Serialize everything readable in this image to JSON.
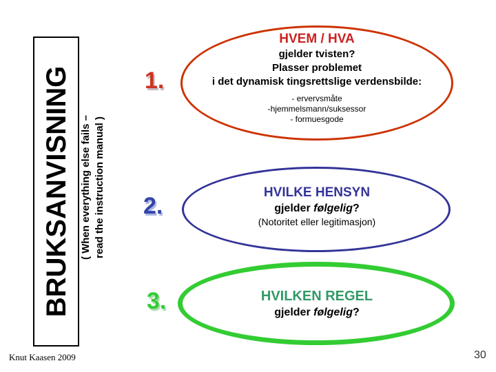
{
  "banner": {
    "title": "BRUKSANVISNING",
    "subtitle_line1": "( When everything else fails –",
    "subtitle_line2": "read the instruction manual )"
  },
  "steps": [
    {
      "number": "1.",
      "heading": "HVEM / HVA",
      "line1": "gjelder tvisten?",
      "line2": "Plasser problemet",
      "line3": "i det dynamisk tingsrettslige verdensbilde:",
      "sub1": "- ervervsmåte",
      "sub2": "-hjemmelsmann/suksessor",
      "sub3": "- formuesgode"
    },
    {
      "number": "2.",
      "heading": "HVILKE HENSYN",
      "q_prefix": "gjelder ",
      "q_italic": "følgelig",
      "q_suffix": "?",
      "note": "(Notoritet eller legitimasjon)"
    },
    {
      "number": "3.",
      "heading": "HVILKEN REGEL",
      "q_prefix": "gjelder ",
      "q_italic": "følgelig",
      "q_suffix": "?"
    }
  ],
  "footer": {
    "author": "Knut Kaasen 2009",
    "page_number": "30"
  },
  "colors": {
    "ellipse1": "#cc3300",
    "heading1": "#cc2222",
    "number1": "#cc3322",
    "shadow1": "#c2b6c2",
    "ellipse2": "#333399",
    "heading2": "#333399",
    "number2": "#3344aa",
    "shadow2": "#aab4e0",
    "ellipse3": "#33cc33",
    "heading3": "#339966",
    "number3": "#33cc33",
    "shadow3": "#aaddaa"
  }
}
